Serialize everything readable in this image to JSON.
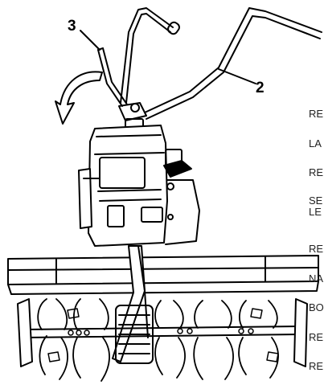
{
  "callouts": {
    "first": "3",
    "second": "2"
  },
  "side_labels": [
    "RE",
    "LA",
    "RE",
    "SE",
    "LE",
    "RE",
    "NA",
    "BO",
    "RE",
    "RE"
  ],
  "colors": {
    "ink": "#000000",
    "paper": "#ffffff"
  }
}
